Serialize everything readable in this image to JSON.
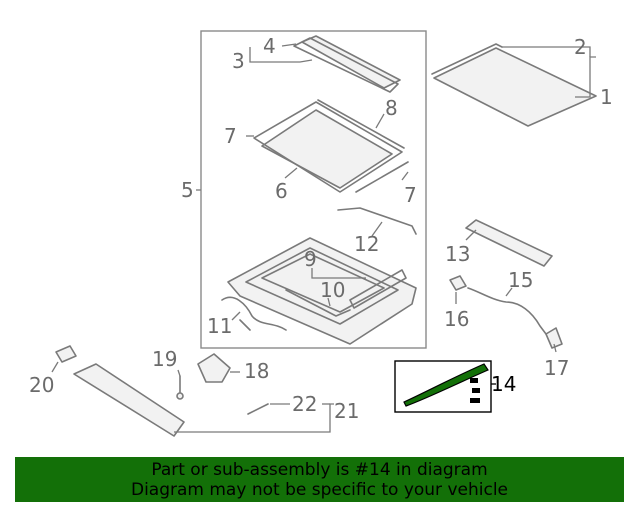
{
  "diagram": {
    "callouts": {
      "c1": "1",
      "c2": "2",
      "c3": "3",
      "c4": "4",
      "c5": "5",
      "c6": "6",
      "c7a": "7",
      "c7b": "7",
      "c8": "8",
      "c9": "9",
      "c10": "10",
      "c11": "11",
      "c12": "12",
      "c13": "13",
      "c14": "14",
      "c15": "15",
      "c16": "16",
      "c17": "17",
      "c18": "18",
      "c19": "19",
      "c20": "20",
      "c21": "21",
      "c22": "22"
    },
    "highlighted_part": "14",
    "colors": {
      "highlight_fill": "#137008",
      "line_gray": "#7a7a7a",
      "label_gray": "#6b6b6b"
    }
  },
  "banner": {
    "line1": "Part or sub-assembly is #14 in diagram",
    "line2": "Diagram may not be specific to your vehicle",
    "background": "#137008"
  }
}
